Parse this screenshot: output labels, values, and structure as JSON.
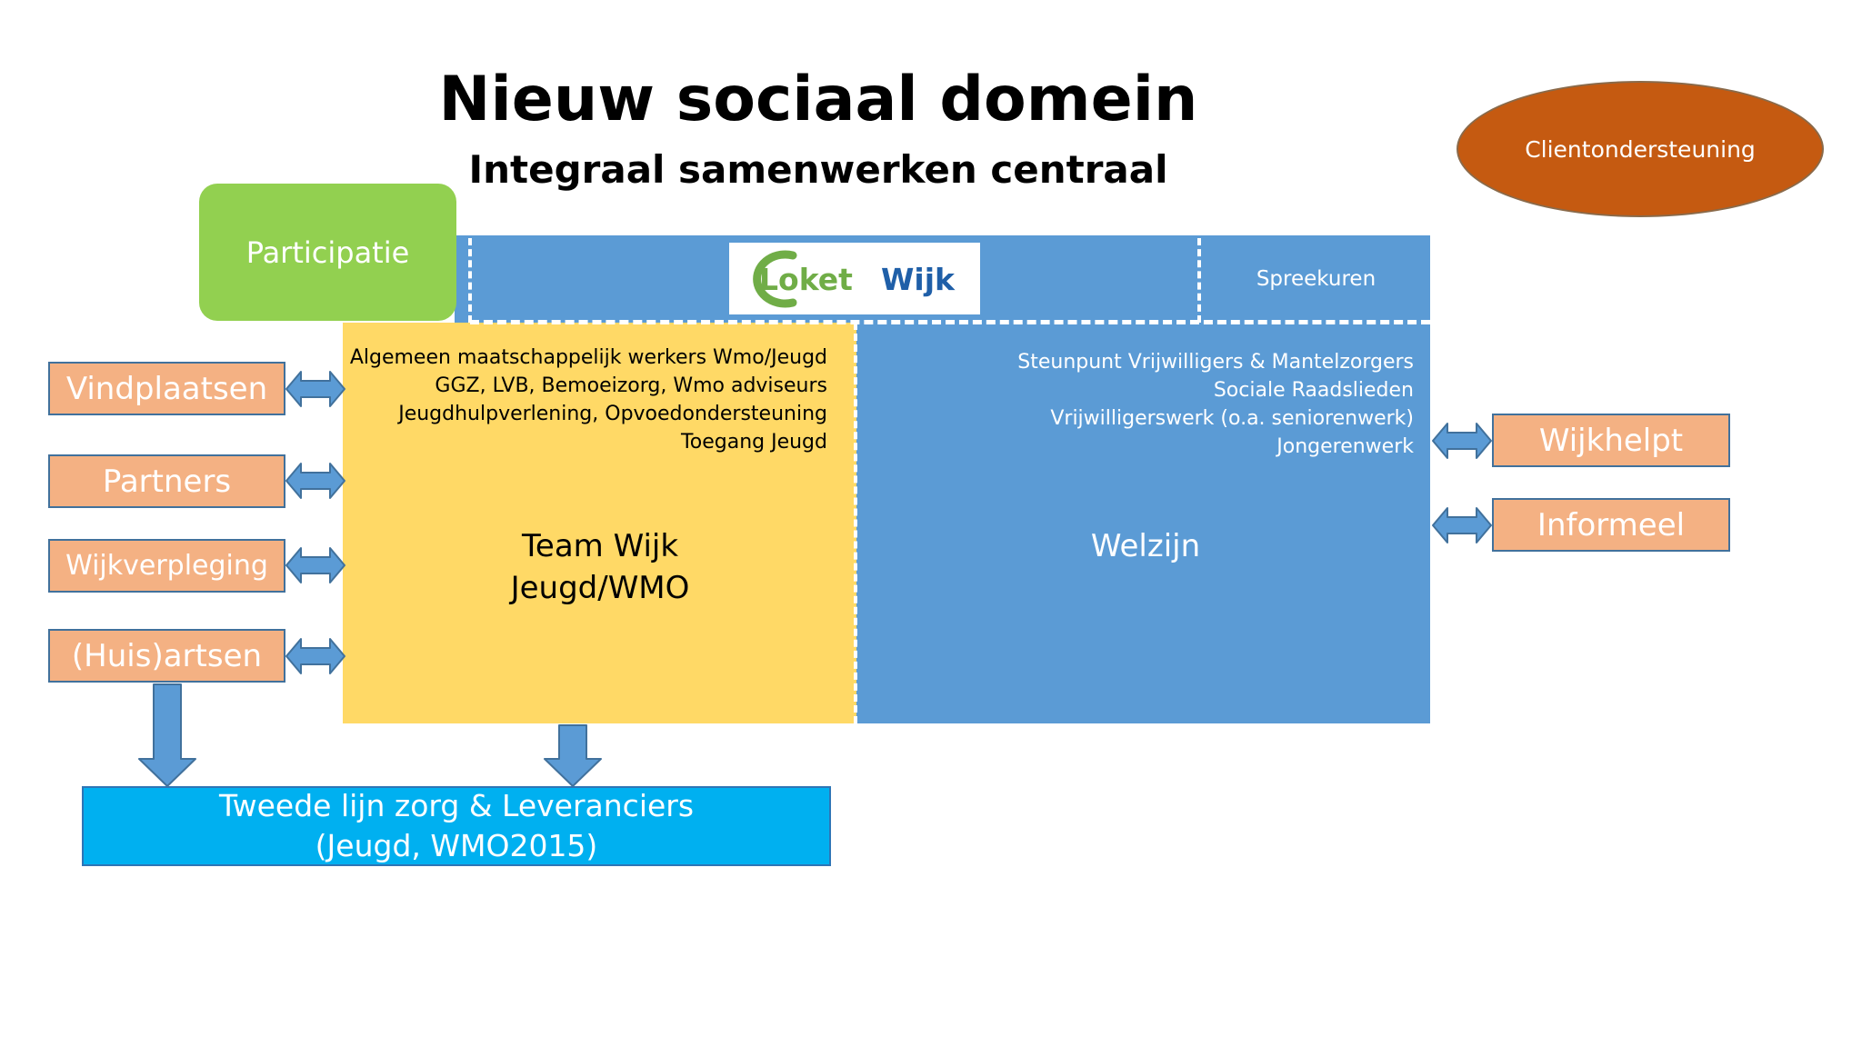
{
  "title": "Nieuw sociaal domein",
  "subtitle": "Integraal samenwerken centraal",
  "clientondersteuning": "Clientondersteuning",
  "participatie": "Participatie",
  "logo": {
    "part1": "Loket",
    "part2": "Wijk"
  },
  "spreekuren": "Spreekuren",
  "team_wijk": {
    "services": [
      "Algemeen maatschappelijk werkers Wmo/Jeugd",
      "GGZ, LVB, Bemoeizorg, Wmo adviseurs",
      "Jeugdhulpverlening, Opvoedondersteuning",
      "Toegang Jeugd"
    ],
    "label_line1": "Team Wijk",
    "label_line2": "Jeugd/WMO"
  },
  "welzijn": {
    "services": [
      "Steunpunt Vrijwilligers & Mantelzorgers",
      "Sociale Raadslieden",
      "Vrijwilligerswerk (o.a. seniorenwerk)",
      "Jongerenwerk"
    ],
    "label": "Welzijn"
  },
  "left_partners": [
    "Vindplaatsen",
    "Partners",
    "Wijkverpleging",
    "(Huis)artsen"
  ],
  "right_partners": [
    "Wijkhelpt",
    "Informeel"
  ],
  "tweede_lijn": {
    "line1": "Tweede lijn zorg & Leveranciers",
    "line2": "(Jeugd, WMO2015)"
  },
  "colors": {
    "blue": "#5b9bd5",
    "yellow": "#ffd966",
    "green": "#92d050",
    "orange_box": "#f4b183",
    "ellipse": "#c55a11",
    "cyan": "#00b0f0",
    "logo_green": "#70ad47",
    "logo_blue": "#1f5fa8"
  }
}
